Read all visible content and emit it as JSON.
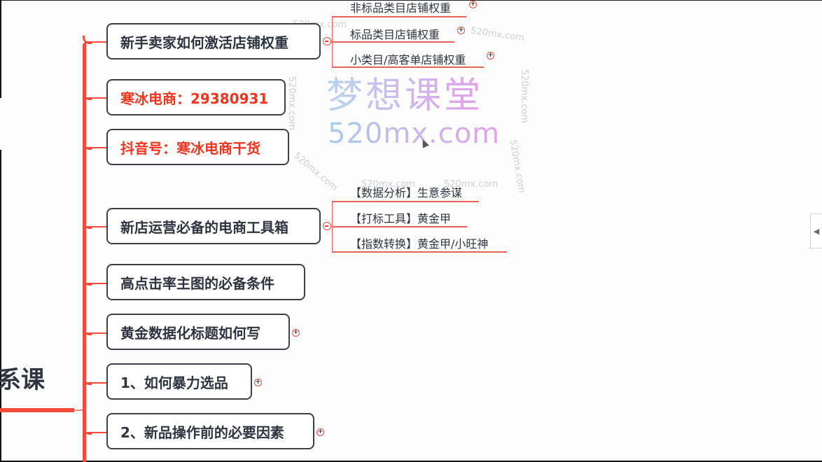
{
  "root": {
    "title_fragment": "系课"
  },
  "topics": [
    {
      "label": "新手卖家如何激活店铺权重",
      "color": "#2e3440",
      "state": "expanded",
      "children": [
        {
          "label": "非标品类目店铺权重",
          "state": "collapsed"
        },
        {
          "label": "标品类目店铺权重",
          "state": "collapsed"
        },
        {
          "label": "小类目/高客单店铺权重",
          "state": "collapsed"
        }
      ]
    },
    {
      "label": "寒冰电商：29380931",
      "color": "#f5331d"
    },
    {
      "label": "抖音号：寒冰电商干货",
      "color": "#f5331d"
    },
    {
      "label": "新店运营必备的电商工具箱",
      "color": "#2e3440",
      "state": "expanded",
      "children": [
        {
          "label": "【数据分析】生意参谋"
        },
        {
          "label": "【打标工具】黄金甲"
        },
        {
          "label": "【指数转换】黄金甲/小旺神"
        }
      ]
    },
    {
      "label": "高点击率主图的必备条件",
      "color": "#2e3440"
    },
    {
      "label": "黄金数据化标题如何写",
      "color": "#2e3440",
      "state": "collapsed"
    },
    {
      "label": "1、如何暴力选品",
      "color": "#2e3440",
      "state": "collapsed"
    },
    {
      "label": "2、新品操作前的必要因素",
      "color": "#2e3440",
      "state": "collapsed"
    }
  ],
  "watermark": {
    "title": "梦想课堂",
    "url": "520mx.com",
    "small": "520mx.com"
  },
  "icons": {
    "expand": "+",
    "side_toggle": "◀"
  },
  "colors": {
    "branch": "#f44a3a",
    "sub_branch": "#e8625a",
    "topic_border": "#3b3f48",
    "highlight_text": "#f5331d"
  }
}
